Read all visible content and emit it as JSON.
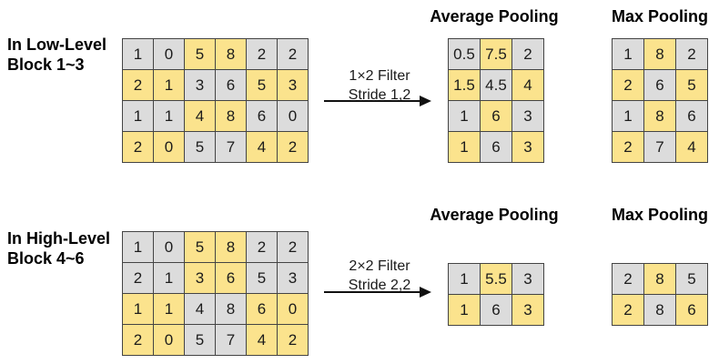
{
  "colors": {
    "cell_yellow": "#FBE38D",
    "cell_gray": "#DCDCDC",
    "cell_border": "#444444"
  },
  "sections": [
    {
      "label_line1": "In Low-Level",
      "label_line2": "Block 1~3",
      "filter_line1": "1×2 Filter",
      "filter_line2": "Stride 1,2",
      "avg_title": "Average Pooling",
      "max_title": "Max Pooling",
      "input": {
        "values": [
          [
            1,
            0,
            5,
            8,
            2,
            2
          ],
          [
            2,
            1,
            3,
            6,
            5,
            3
          ],
          [
            1,
            1,
            4,
            8,
            6,
            0
          ],
          [
            2,
            0,
            5,
            7,
            4,
            2
          ]
        ],
        "fills": [
          "ggyygg",
          "yyggyy",
          "ggyygg",
          "yyggyy"
        ]
      },
      "avg": {
        "values": [
          [
            "0.5",
            "7.5",
            "2"
          ],
          [
            "1.5",
            "4.5",
            "4"
          ],
          [
            "1",
            "6",
            "3"
          ],
          [
            "1",
            "6",
            "3"
          ]
        ],
        "fills": [
          "gyg",
          "ygy",
          "gyg",
          "ygy"
        ]
      },
      "max": {
        "values": [
          [
            "1",
            "8",
            "2"
          ],
          [
            "2",
            "6",
            "5"
          ],
          [
            "1",
            "8",
            "6"
          ],
          [
            "2",
            "7",
            "4"
          ]
        ],
        "fills": [
          "gyg",
          "ygy",
          "gyg",
          "ygy"
        ]
      }
    },
    {
      "label_line1": "In High-Level",
      "label_line2": "Block 4~6",
      "filter_line1": "2×2 Filter",
      "filter_line2": "Stride 2,2",
      "avg_title": "Average Pooling",
      "max_title": "Max Pooling",
      "input": {
        "values": [
          [
            1,
            0,
            5,
            8,
            2,
            2
          ],
          [
            2,
            1,
            3,
            6,
            5,
            3
          ],
          [
            1,
            1,
            4,
            8,
            6,
            0
          ],
          [
            2,
            0,
            5,
            7,
            4,
            2
          ]
        ],
        "fills": [
          "ggyygg",
          "ggyygg",
          "yyggyy",
          "yyggyy"
        ]
      },
      "avg": {
        "values": [
          [
            "1",
            "5.5",
            "3"
          ],
          [
            "1",
            "6",
            "3"
          ]
        ],
        "fills": [
          "gyg",
          "ygy"
        ]
      },
      "max": {
        "values": [
          [
            "2",
            "8",
            "5"
          ],
          [
            "2",
            "8",
            "6"
          ]
        ],
        "fills": [
          "gyg",
          "ygy"
        ]
      }
    }
  ]
}
